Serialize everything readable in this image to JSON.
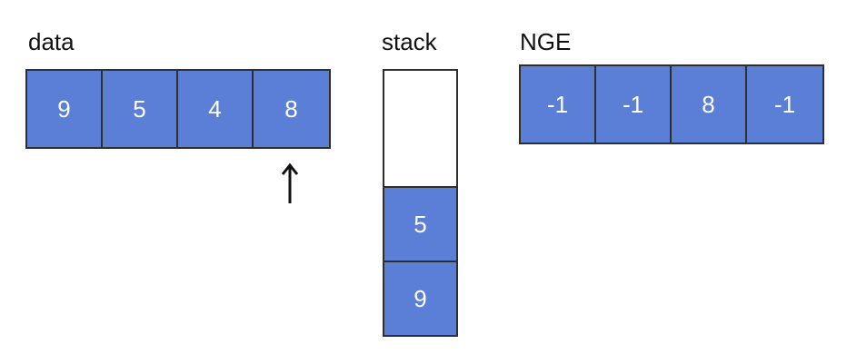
{
  "labels": {
    "data": "data",
    "stack": "stack",
    "nge": "NGE"
  },
  "data_row": [
    "9",
    "5",
    "4",
    "8"
  ],
  "stack_items": [
    "5",
    "9"
  ],
  "nge_row": [
    "-1",
    "-1",
    "8",
    "-1"
  ],
  "pointer": {
    "icon": "up-arrow-icon",
    "points_to_index": 3
  },
  "colors": {
    "cell_fill": "#5b7fd6",
    "cell_text": "#ffffff",
    "border": "#2f2f2f"
  }
}
